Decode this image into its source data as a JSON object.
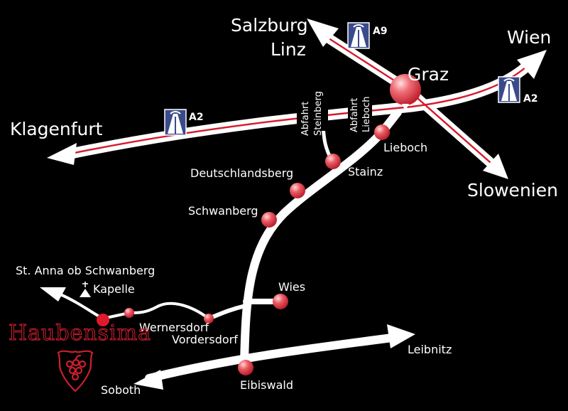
{
  "colors": {
    "background": "#000000",
    "road": "#ffffff",
    "motorway_line": "#d6192c",
    "city_dot": "#e04650",
    "brand": "#cc1f2e",
    "shield": "#3a4b8c"
  },
  "highways": {
    "a2_west": "A2",
    "a2_east": "A2",
    "a9": "A9"
  },
  "exits": {
    "steinberg": [
      "Abfahrt",
      "Steinberg"
    ],
    "lieboch": [
      "Abfahrt",
      "Lieboch"
    ]
  },
  "places": {
    "salzburg": "Salzburg",
    "linz": "Linz",
    "wien": "Wien",
    "graz": "Graz",
    "klagenfurt": "Klagenfurt",
    "slowenien": "Slowenien",
    "lieboch": "Lieboch",
    "stainz": "Stainz",
    "deutschlandsberg": "Deutschlandsberg",
    "schwanberg": "Schwanberg",
    "st_anna": "St. Anna ob Schwanberg",
    "kapelle": "Kapelle",
    "wies": "Wies",
    "wernersdorf": "Wernersdorf",
    "vordersdorf": "Vordersdorf",
    "leibnitz": "Leibnitz",
    "eibiswald": "Eibiswald",
    "soboth": "Soboth"
  },
  "brand": {
    "name": "Haubensima"
  }
}
